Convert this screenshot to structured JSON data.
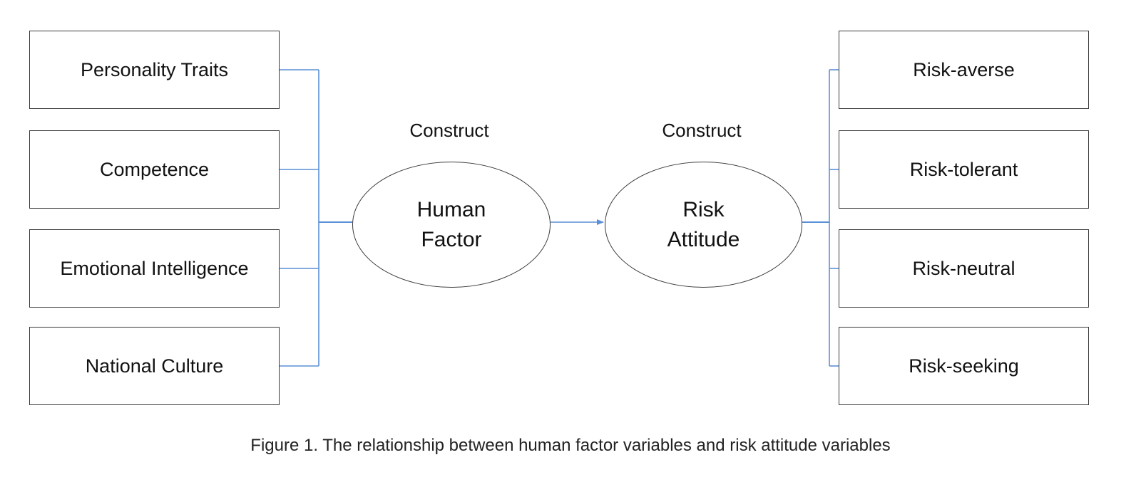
{
  "left_variables": [
    "Personality Traits",
    "Competence",
    "Emotional Intelligence",
    "National Culture"
  ],
  "right_variables": [
    "Risk-averse",
    "Risk-tolerant",
    "Risk-neutral",
    "Risk-seeking"
  ],
  "constructs": {
    "human_factor": {
      "label": "Construct",
      "line1": "Human",
      "line2": "Factor"
    },
    "risk_attitude": {
      "label": "Construct",
      "line1": "Risk",
      "line2": "Attitude"
    }
  },
  "caption": "Figure 1. The relationship between human factor variables and risk attitude variables",
  "colors": {
    "connector": "#5b8fd6",
    "border": "#3a3a3a"
  }
}
